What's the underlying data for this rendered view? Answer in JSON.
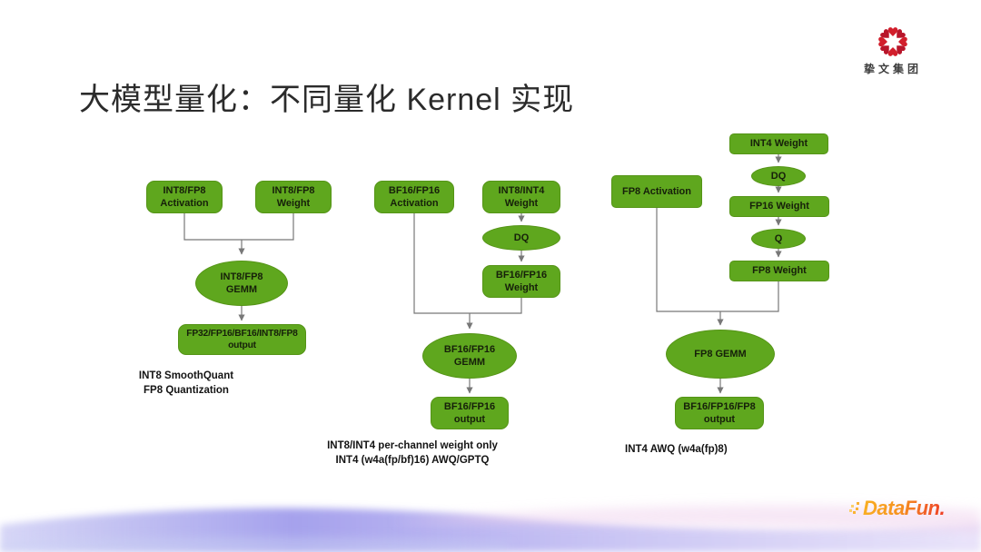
{
  "slide": {
    "title": "大模型量化：不同量化 Kernel 实现"
  },
  "company_logo": {
    "name": "挚文集团"
  },
  "footer": {
    "brand": "DataFun."
  },
  "colors": {
    "node_green": "#5fa71e",
    "node_text": "#16200a",
    "connector_gray": "#787878",
    "logo_red": "#d21e2b",
    "datafun_orange": "#f6921e",
    "wave_violet": "#9a92ea"
  },
  "diagrams": [
    {
      "caption": "INT8 SmoothQuant\nFP8 Quantization",
      "nodes": {
        "activation": "INT8/FP8\nActivation",
        "weight": "INT8/FP8\nWeight",
        "gemm": "INT8/FP8\nGEMM",
        "output": "FP32/FP16/BF16/INT8/FP8\noutput"
      }
    },
    {
      "caption": "INT8/INT4 per-channel weight only\nINT4 (w4a(fp/bf)16) AWQ/GPTQ",
      "nodes": {
        "activation": "BF16/FP16\nActivation",
        "weight": "INT8/INT4\nWeight",
        "dq": "DQ",
        "dequant_weight": "BF16/FP16\nWeight",
        "gemm": "BF16/FP16\nGEMM",
        "output": "BF16/FP16\noutput"
      }
    },
    {
      "caption": "INT4 AWQ (w4a(fp)8)",
      "nodes": {
        "activation": "FP8 Activation",
        "weight": "INT4 Weight",
        "dq": "DQ",
        "fp16_weight": "FP16 Weight",
        "q": "Q",
        "fp8_weight": "FP8 Weight",
        "gemm": "FP8 GEMM",
        "output": "BF16/FP16/FP8\noutput"
      }
    }
  ]
}
